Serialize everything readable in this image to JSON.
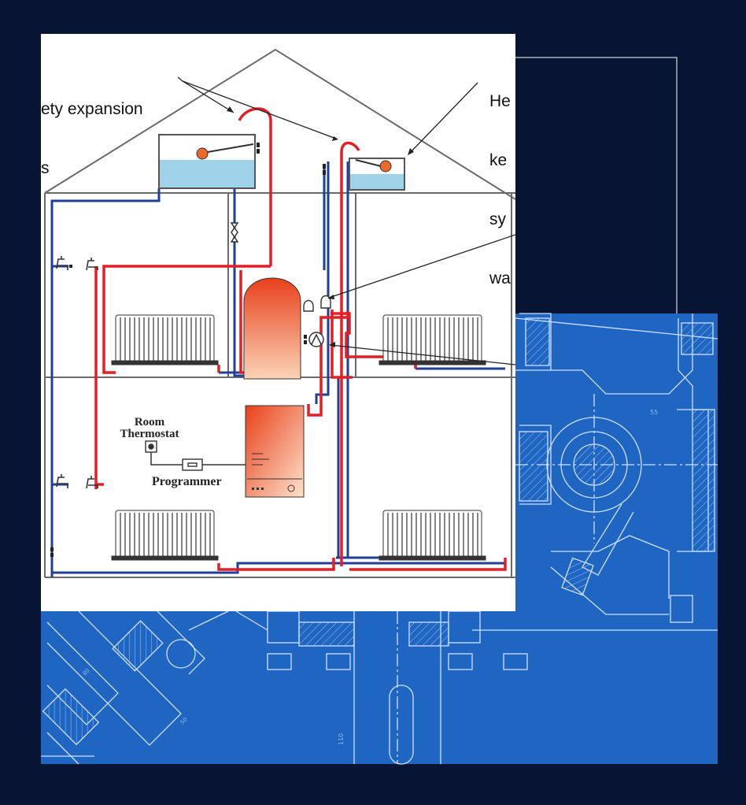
{
  "slide": {
    "background_color": "#071434",
    "blueprint_color": "#1f66c2"
  },
  "diagram": {
    "labels": {
      "room_thermostat_line1": "Room",
      "room_thermostat_line2": "Thermostat",
      "programmer": "Programmer"
    },
    "colors": {
      "hot_pipe": "#e41e25",
      "cold_pipe": "#1f3f99",
      "tank_water": "#9fd3ea",
      "cylinder_top": "#e8401a",
      "cylinder_bottom": "#f9c1a0",
      "wall": "#666666"
    }
  },
  "callouts": {
    "left_line1": "ety expansion",
    "left_line2": "s",
    "right_line1": "He",
    "right_line2": "ke",
    "right_line3": "sy",
    "right_line4": "wa"
  },
  "blueprint": {
    "dimension_55": "55",
    "dimension_110": "110",
    "dimension_80": "80",
    "dimension_50": "50"
  }
}
